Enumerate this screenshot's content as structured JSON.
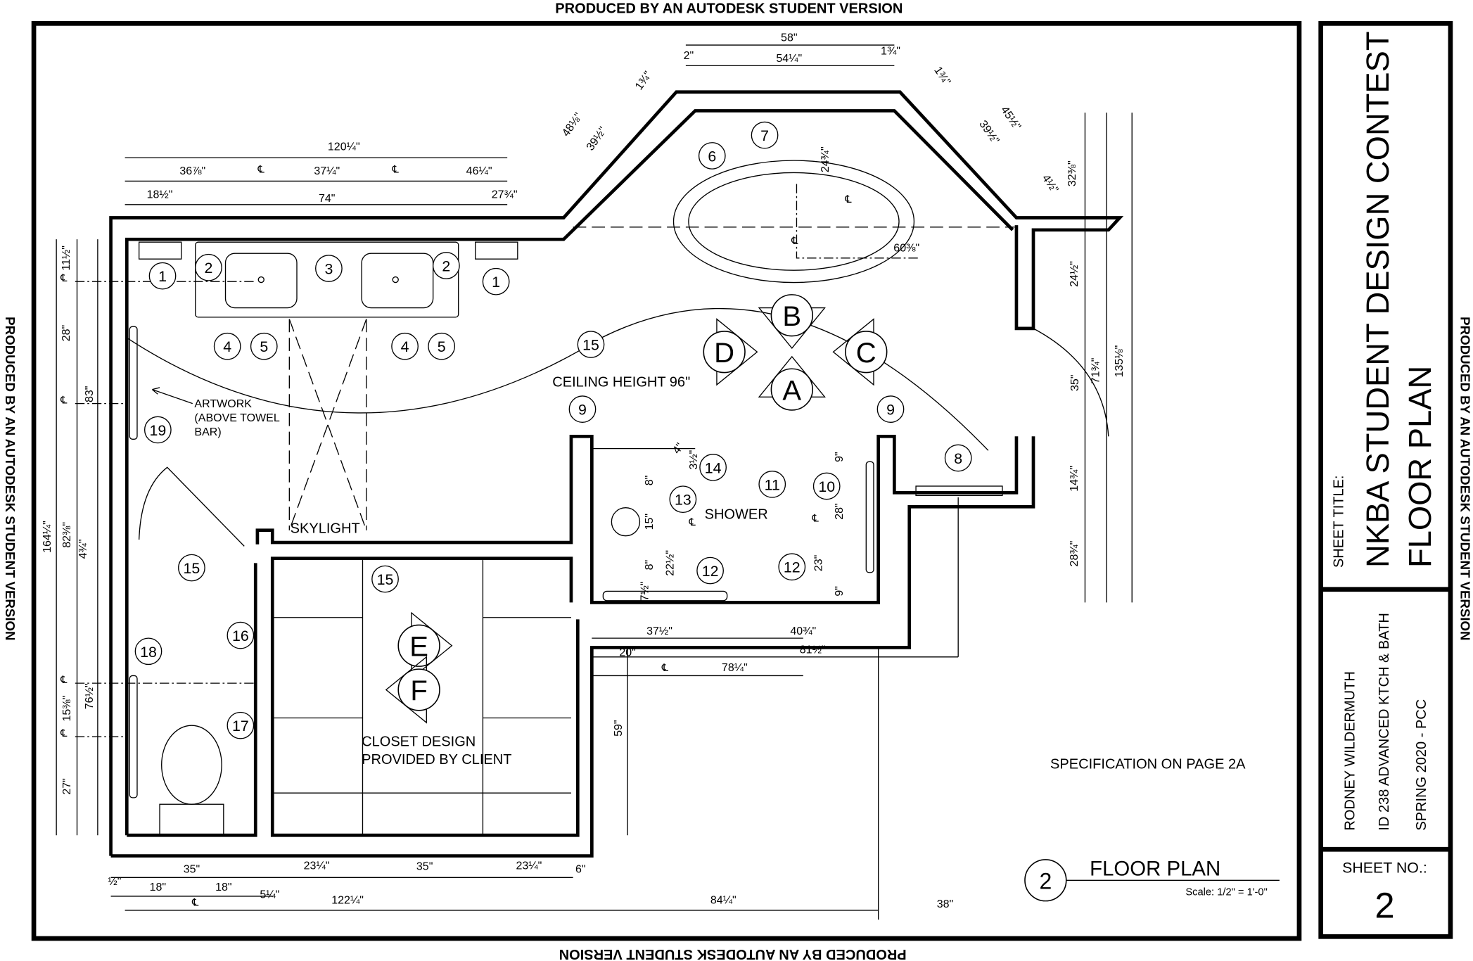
{
  "watermark": "PRODUCED BY AN AUTODESK STUDENT VERSION",
  "title_block": {
    "sheet_title_label": "SHEET TITLE:",
    "title_line1": "NKBA STUDENT DESIGN CONTEST",
    "title_line2": "FLOOR PLAN",
    "author": "RODNEY WILDERMUTH",
    "course": "ID 238 ADVANCED KTCH & BATH",
    "term": "SPRING 2020 - PCC",
    "sheet_no_label": "SHEET NO.:",
    "sheet_no": "2"
  },
  "drawing": {
    "view_number": "2",
    "view_title": "FLOOR PLAN",
    "scale": "Scale: 1/2\" = 1'-0\"",
    "specification_note": "SPECIFICATION ON PAGE 2A",
    "centerline_symbol": "℄",
    "labels": {
      "ceiling": "CEILING HEIGHT 96\"",
      "artwork1": "ARTWORK",
      "artwork2": "(ABOVE TOWEL",
      "artwork3": "BAR)",
      "skylight": "SKYLIGHT",
      "shower": "SHOWER",
      "closet1": "CLOSET DESIGN",
      "closet2": "PROVIDED BY CLIENT"
    },
    "callouts": [
      "1",
      "2",
      "3",
      "2",
      "1",
      "4",
      "5",
      "4",
      "5",
      "6",
      "7",
      "15",
      "9",
      "9",
      "8",
      "14",
      "13",
      "11",
      "10",
      "12",
      "12",
      "19",
      "15",
      "15",
      "16",
      "18",
      "17"
    ],
    "view_markers": [
      "B",
      "D",
      "C",
      "A",
      "E",
      "F"
    ],
    "dimensions": [
      "120¼\"",
      "36⅞\"",
      "37¼\"",
      "46¼\"",
      "18½\"",
      "74\"",
      "27¾\"",
      "58\"",
      "54¼\"",
      "2\"",
      "1¾\"",
      "48⅛\"",
      "39½\"",
      "1¾\"",
      "45½\"",
      "39½\"",
      "1¾\"",
      "4½\"",
      "32⅜\"",
      "24¾\"",
      "60⅜\"",
      "24½\"",
      "35\"",
      "71¾\"",
      "135⅛\"",
      "14¾\"",
      "28¾\"",
      "11½\"",
      "28\"",
      "83\"",
      "164¼\"",
      "82⅜\"",
      "4¾\"",
      "15⅜\"",
      "76½\"",
      "27\"",
      "4\"",
      "3½\"",
      "8\"",
      "15\"",
      "8\"",
      "22½\"",
      "7½\"",
      "9\"",
      "28\"",
      "23\"",
      "9\"",
      "37½\"",
      "40¾\"",
      "81½\"",
      "20\"",
      "78¼\"",
      "59\"",
      "35\"",
      "23¼\"",
      "35\"",
      "23¼\"",
      "6\"",
      "½\"",
      "18\"",
      "18\"",
      "5¼\"",
      "122¼\"",
      "84¼\"",
      "38\""
    ]
  }
}
